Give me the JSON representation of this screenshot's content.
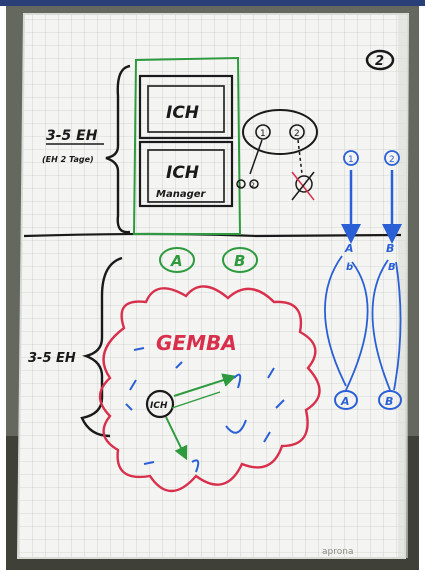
{
  "page_number": "2",
  "top_section": {
    "height_label": "3-5 EH",
    "height_sublabel": "(EH 2 Tage)",
    "box_upper_label": "ICH",
    "box_lower_label": "ICH",
    "box_lower_caption": "Manager",
    "mini_markers": [
      "1",
      "2"
    ],
    "side_circles": [
      "1",
      "2"
    ],
    "group_labels": [
      "A",
      "B"
    ]
  },
  "bottom_section": {
    "height_label": "3-5 EH",
    "cloud_label": "GEMBA",
    "center_label": "ICH",
    "flow_start_labels": [
      "A",
      "B"
    ],
    "flow_end_labels": [
      "A",
      "B"
    ]
  },
  "watermark": "aprona",
  "colors": {
    "ink_black": "#1a1a1a",
    "ink_green": "#2e9a3e",
    "ink_red": "#d8304c",
    "ink_blue": "#2a5fd6",
    "frame_navy": "#2a3f77"
  }
}
